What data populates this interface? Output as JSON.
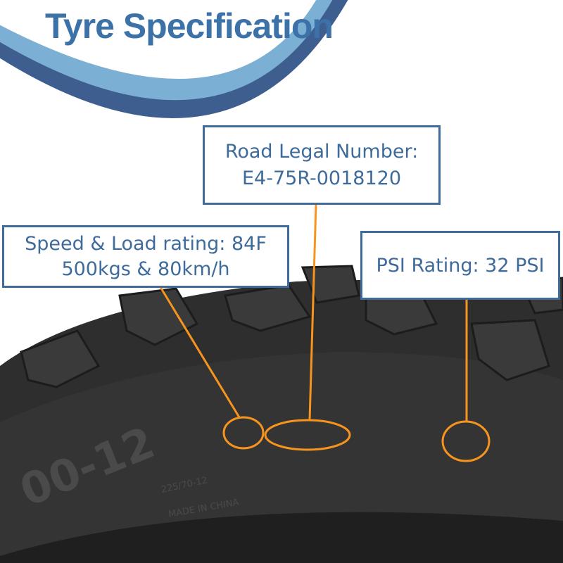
{
  "title": "Tyre Specification",
  "colors": {
    "arc_outer": "#3d5e8e",
    "arc_inner": "#7bafd4",
    "title": "#3c72a8",
    "box_border": "#3e6b9b",
    "callout": "#f7941d",
    "tyre": "#2b2b2b"
  },
  "callouts": {
    "road_legal": {
      "line1": "Road Legal Number:",
      "line2": "E4-75R-0018120"
    },
    "speed_load": {
      "line1": "Speed & Load rating: 84F",
      "line2": "500kgs & 80km/h"
    },
    "psi": {
      "line1": "PSI Rating: 32 PSI"
    }
  },
  "tyre_markings": {
    "size": "00-12",
    "sub_size": "225/70-12",
    "origin": "MADE IN CHINA"
  }
}
